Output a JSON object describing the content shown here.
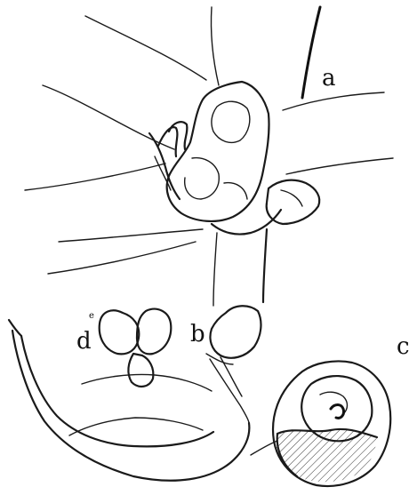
{
  "figure": {
    "labels": {
      "a": "a",
      "b": "b",
      "c": "c",
      "d": "d",
      "d_mark": "e"
    }
  }
}
